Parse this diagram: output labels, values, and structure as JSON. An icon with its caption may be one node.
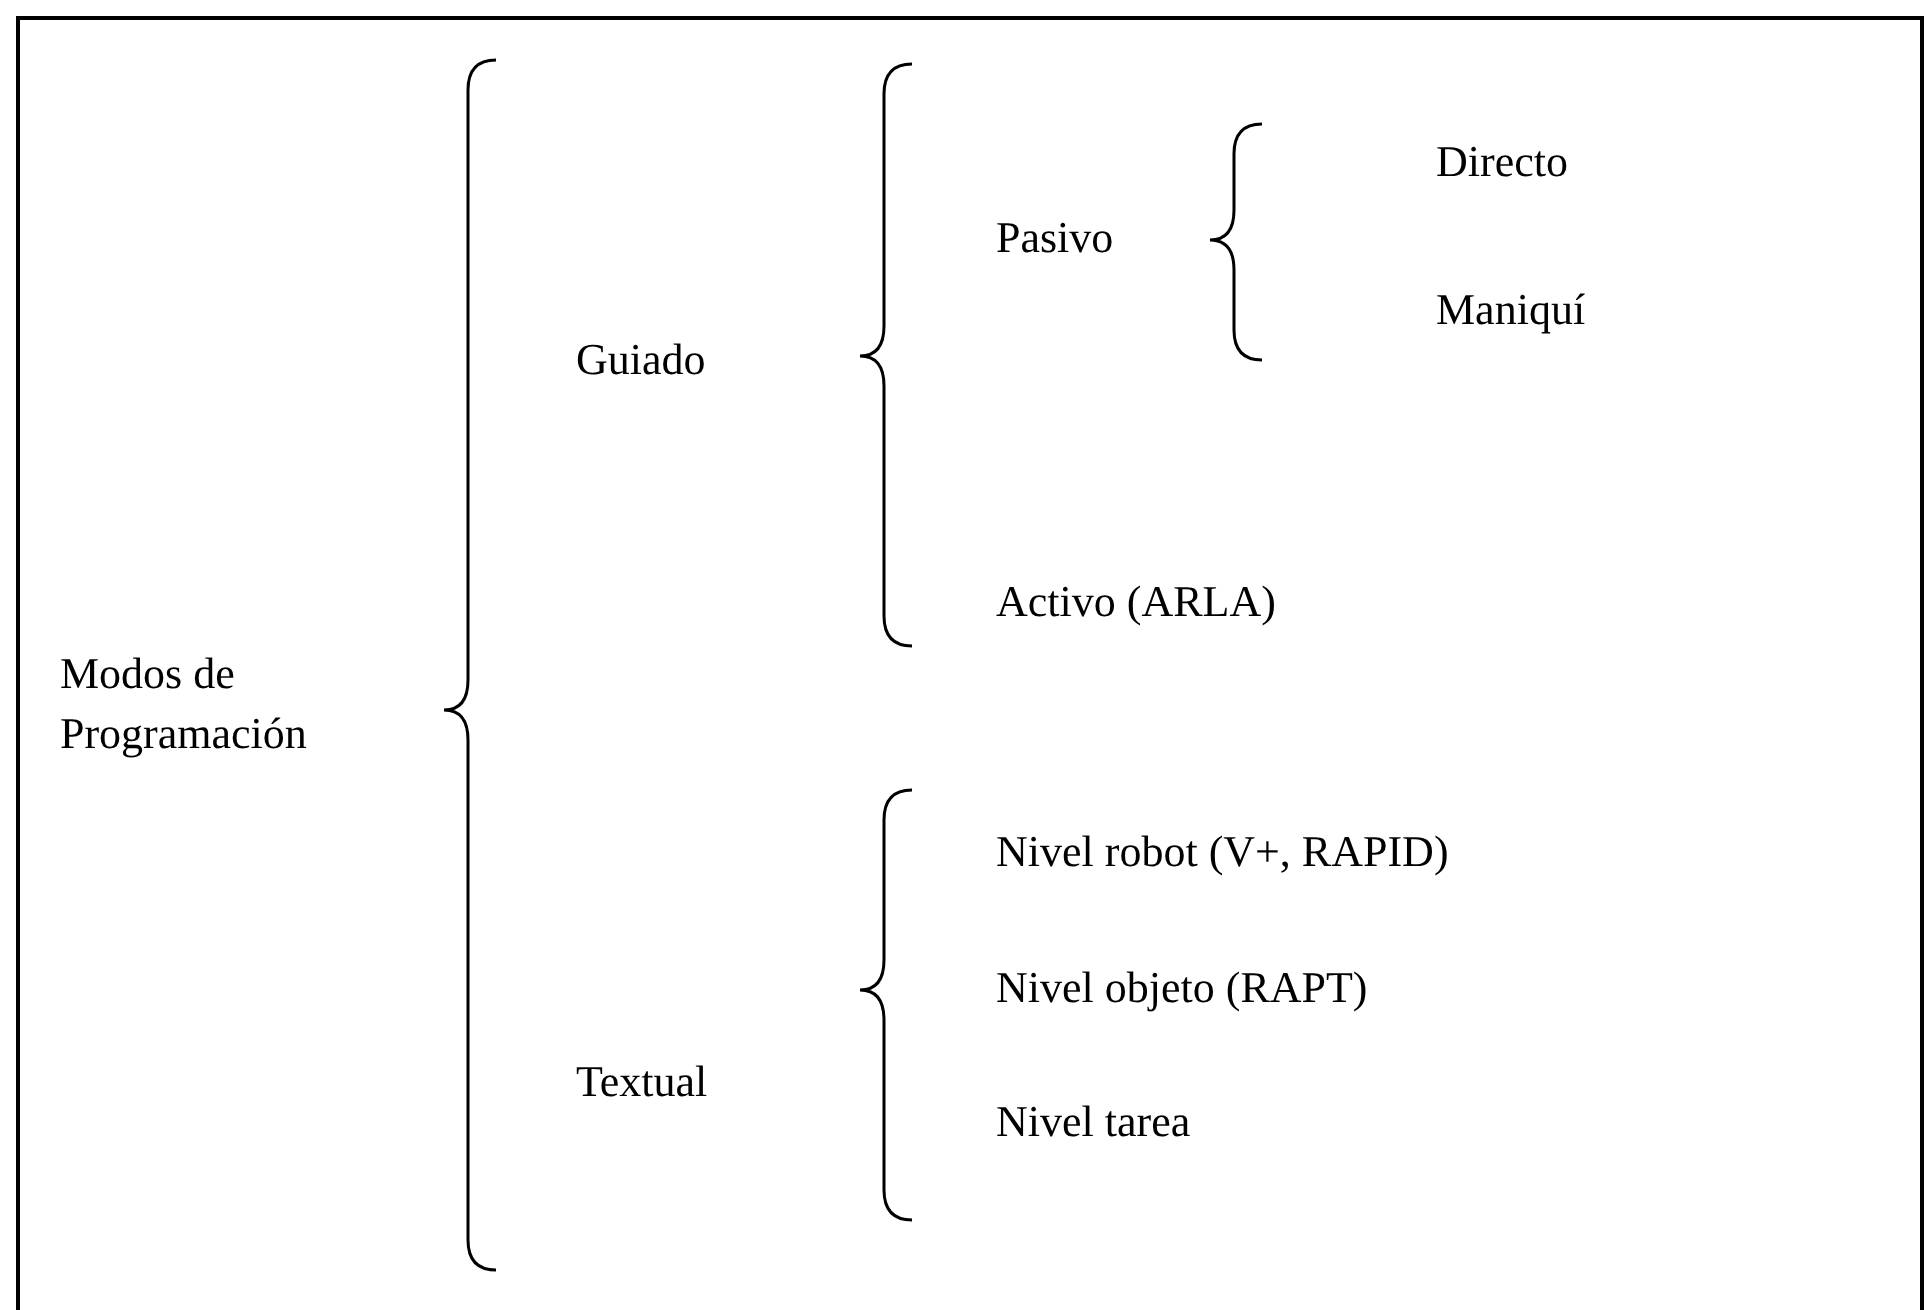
{
  "diagram": {
    "labels": [
      "Modos de Programación",
      "Guiado",
      "Textual",
      "Pasivo",
      "Activo (ARLA)",
      "Directo",
      "Maniquí",
      "Nivel robot (V+, RAPID)",
      "Nivel objeto (RAPT)",
      "Nivel tarea"
    ]
  }
}
